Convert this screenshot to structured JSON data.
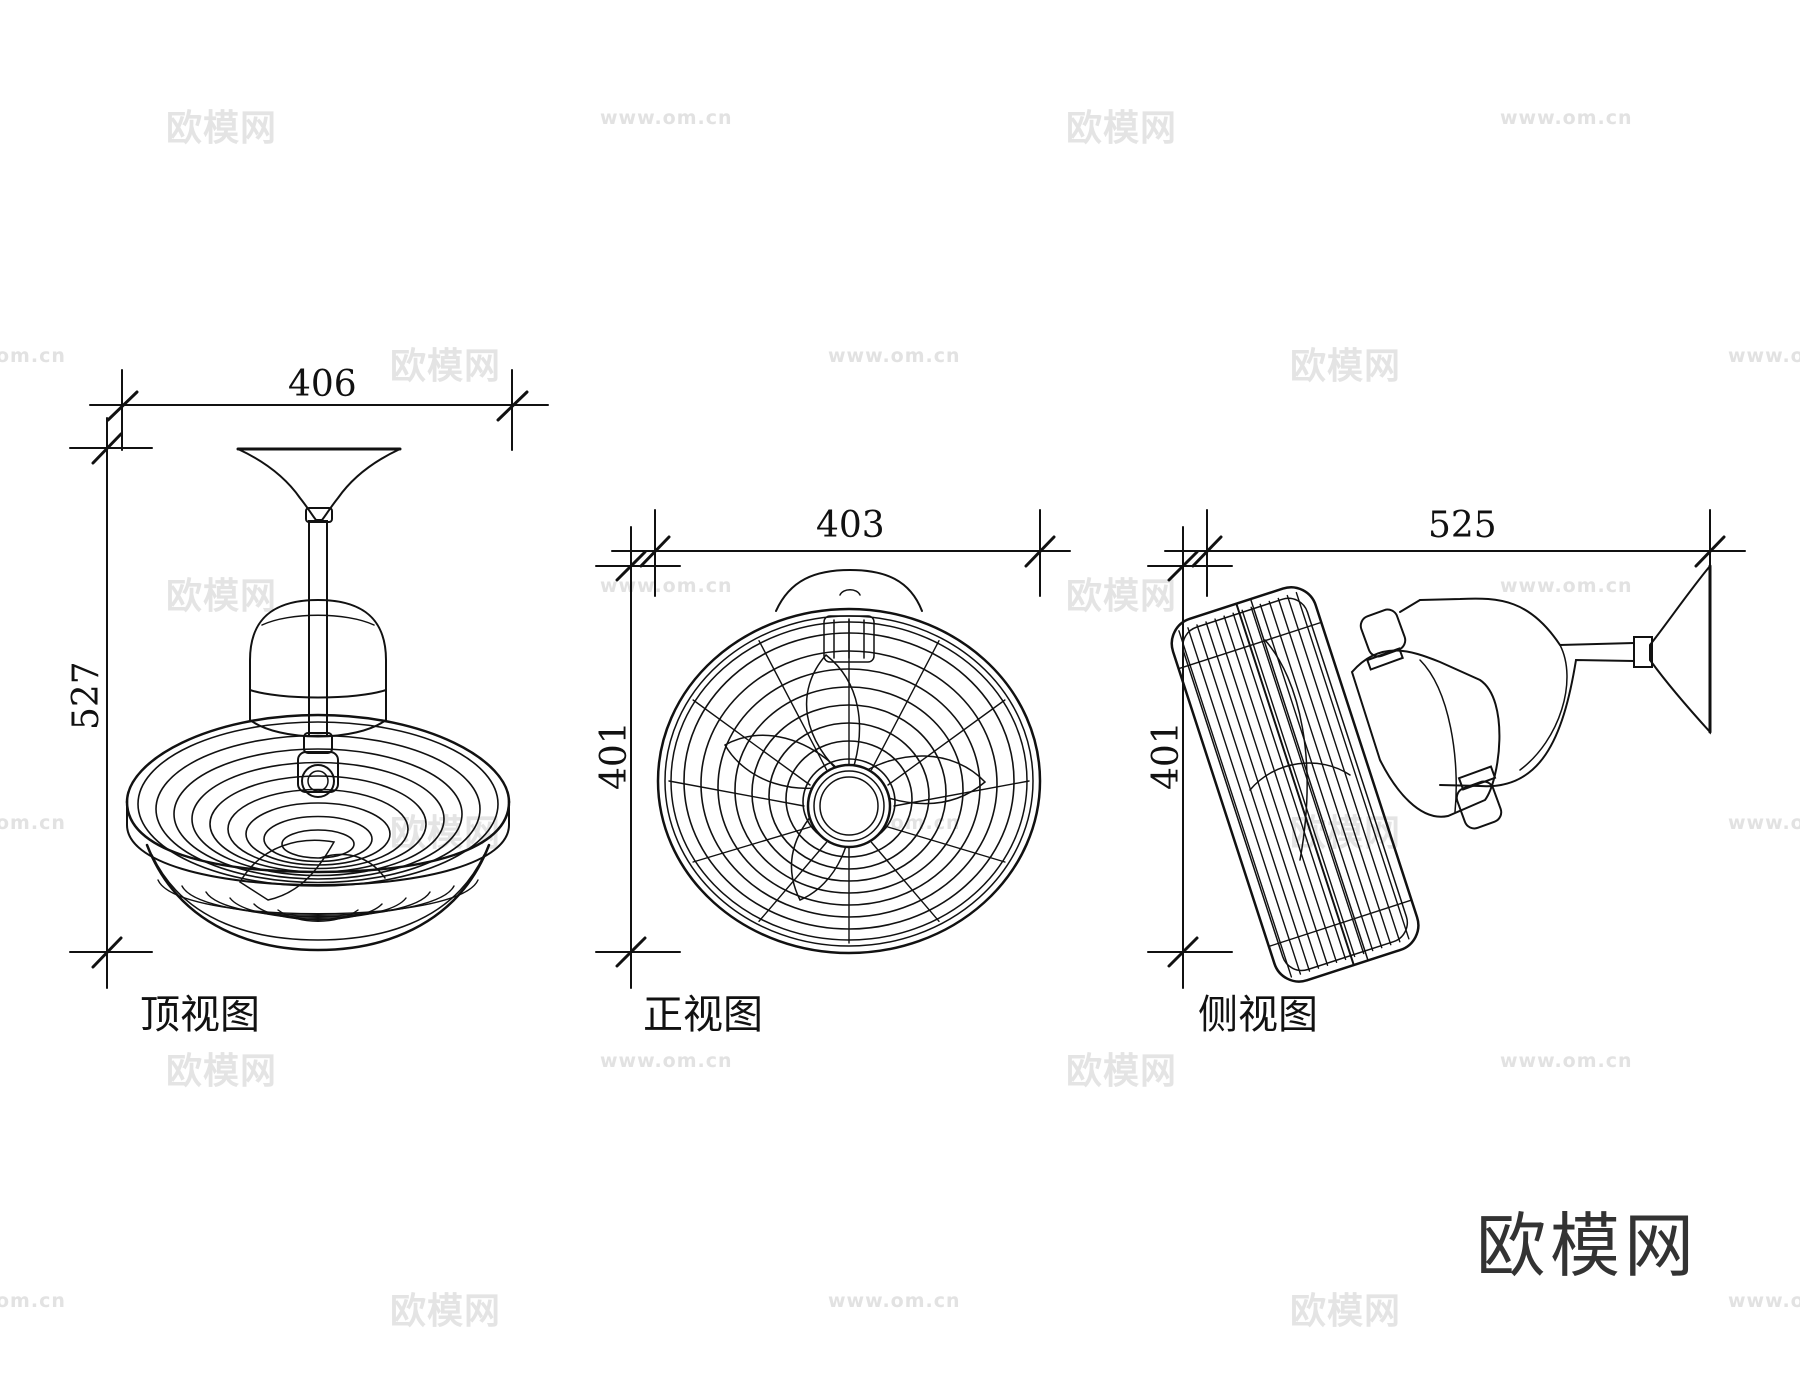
{
  "watermark": {
    "cn": "欧模网",
    "url": "www.om.cn",
    "url_short": "om.cn"
  },
  "brand_text": "欧模网",
  "views": {
    "top": {
      "label": "顶视图",
      "width": "406",
      "height": "527"
    },
    "front": {
      "label": "正视图",
      "width": "403",
      "height": "401"
    },
    "side": {
      "label": "侧视图",
      "width": "525",
      "height": "401"
    }
  },
  "colors": {
    "line": "#111111",
    "watermark": "#e2e2e2",
    "brand": "#333333"
  }
}
